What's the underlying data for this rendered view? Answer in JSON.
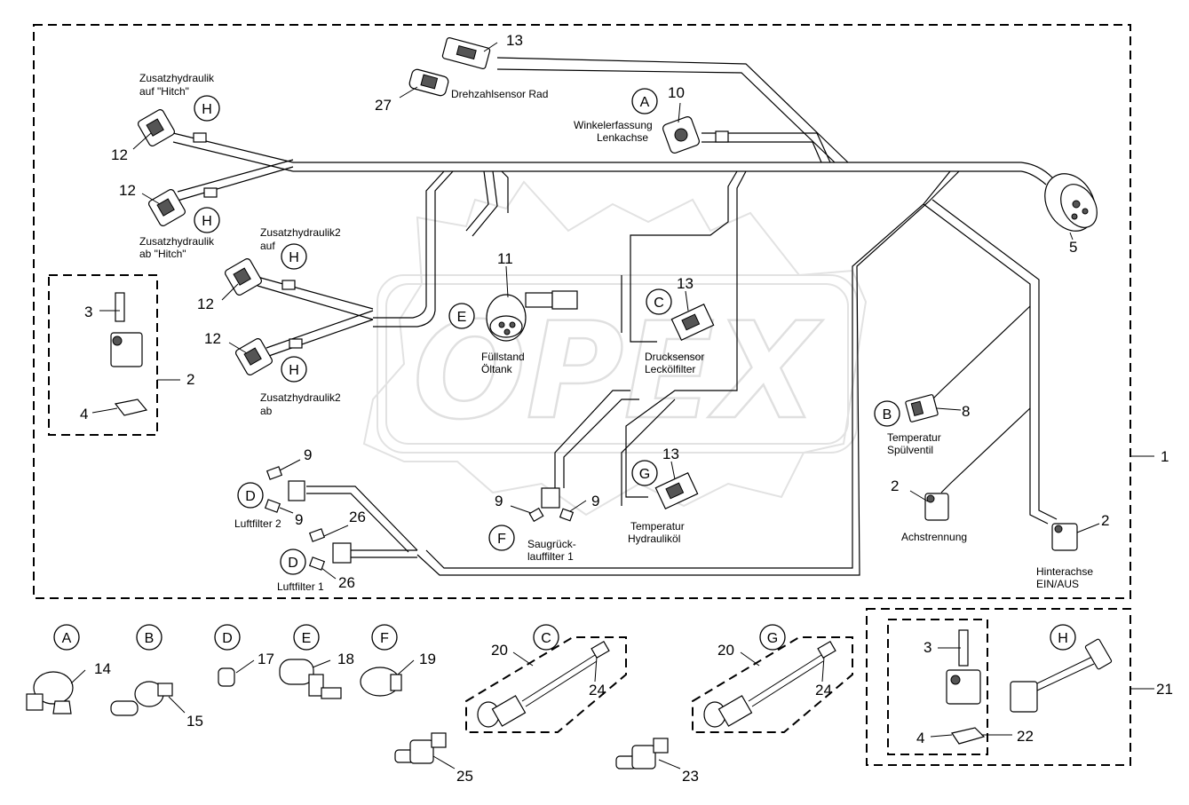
{
  "diagram": {
    "watermark": "OPEX",
    "part_numbers": {
      "p1": "1",
      "p2a": "2",
      "p2b": "2",
      "p2c": "2",
      "p3a": "3",
      "p3b": "3",
      "p4a": "4",
      "p4b": "4",
      "p5": "5",
      "p8": "8",
      "p9a": "9",
      "p9b": "9",
      "p9c": "9",
      "p9d": "9",
      "p10": "10",
      "p11": "11",
      "p12a": "12",
      "p12b": "12",
      "p12c": "12",
      "p12d": "12",
      "p13a": "13",
      "p13b": "13",
      "p13c": "13",
      "p14": "14",
      "p15": "15",
      "p17": "17",
      "p18": "18",
      "p19": "19",
      "p20a": "20",
      "p20b": "20",
      "p21": "21",
      "p22": "22",
      "p23": "23",
      "p24a": "24",
      "p24b": "24",
      "p25": "25",
      "p26a": "26",
      "p26b": "26",
      "p27": "27"
    },
    "labels": {
      "drehzahlsensor": "Drehzahlsensor Rad",
      "winkel_1": "Winkelerfassung",
      "winkel_2": "Lenkachse",
      "zh_hitch_auf_1": "Zusatzhydraulik",
      "zh_hitch_auf_2": "auf \"Hitch\"",
      "zh_hitch_ab_1": "Zusatzhydraulik",
      "zh_hitch_ab_2": "ab \"Hitch\"",
      "zh2_auf_1": "Zusatzhydraulik2",
      "zh2_auf_2": "auf",
      "zh2_ab_1": "Zusatzhydraulik2",
      "zh2_ab_2": "ab",
      "fuellstand_1": "Füllstand",
      "fuellstand_2": "Öltank",
      "drucksensor_1": "Drucksensor",
      "drucksensor_2": "Leckölfilter",
      "temp_spuel_1": "Temperatur",
      "temp_spuel_2": "Spülventil",
      "achstrennung": "Achstrennung",
      "hinterachse_1": "Hinterachse",
      "hinterachse_2": "EIN/AUS",
      "luftfilter2": "Luftfilter 2",
      "luftfilter1": "Luftfilter 1",
      "saug_1": "Saugrück-",
      "saug_2": "lauffilter 1",
      "temp_hydr_1": "Temperatur",
      "temp_hydr_2": "Hydrauliköl"
    },
    "callouts": {
      "A_top": "A",
      "B_mid": "B",
      "C_mid": "C",
      "D_a": "D",
      "D_b": "D",
      "E_mid": "E",
      "F_mid": "F",
      "G_mid": "G",
      "H_a": "H",
      "H_b": "H",
      "H_c": "H",
      "H_d": "H",
      "A_bot": "A",
      "B_bot": "B",
      "C_bot": "C",
      "D_bot": "D",
      "E_bot": "E",
      "F_bot": "F",
      "G_bot": "G",
      "H_bot": "H"
    }
  }
}
